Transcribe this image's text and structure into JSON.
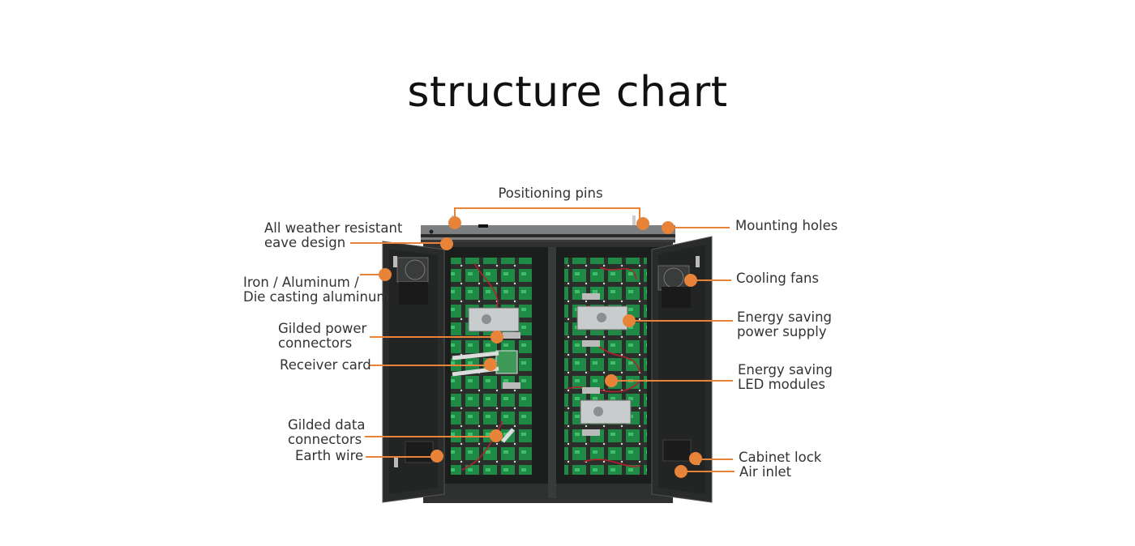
{
  "title": "structure chart",
  "accent_color": "#e8833a",
  "labels": {
    "positioning_pins": "Positioning pins",
    "mounting_holes": "Mounting holes",
    "eave_design": [
      "All weather resistant",
      "eave design"
    ],
    "material": [
      "Iron / Aluminum /",
      "Die casting aluminum"
    ],
    "cooling_fans": "Cooling fans",
    "power_supply": [
      "Energy saving",
      "power supply"
    ],
    "power_connectors": [
      "Gilded power",
      "connectors"
    ],
    "receiver_card": "Receiver card",
    "led_modules": [
      "Energy saving",
      "LED modules"
    ],
    "data_connectors": [
      "Gilded data",
      "connectors"
    ],
    "earth_wire": "Earth wire",
    "cabinet_lock": "Cabinet lock",
    "air_inlet": "Air inlet"
  }
}
